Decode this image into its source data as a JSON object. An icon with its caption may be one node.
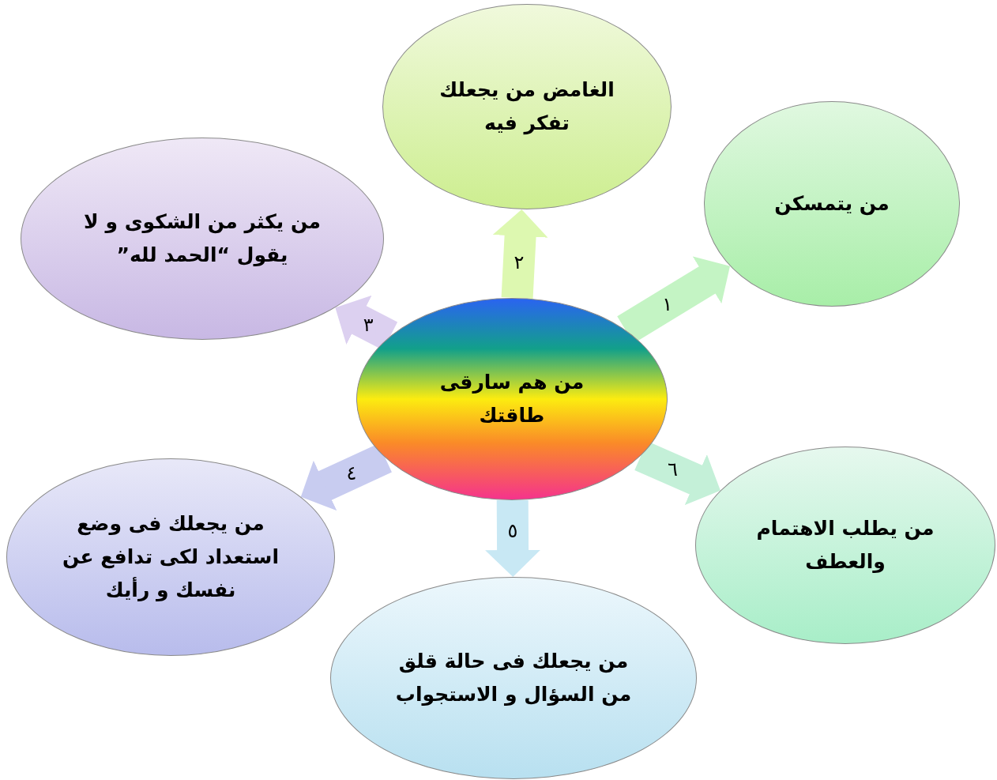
{
  "diagram": {
    "nodes": [
      {
        "text": [
          "من هم سارقى طاقتك"
        ]
      },
      {
        "text": [
          "الغامض من يجعلك تفكر فيه"
        ]
      },
      {
        "text": [
          "من يتمسكن"
        ]
      },
      {
        "text": [
          "من يكثر من الشكوى و لا يقول “الحمد لله”"
        ]
      },
      {
        "text": [
          "من يجعلك فى وضع استعداد لكى تدافع عن نفسك و رأيك"
        ]
      },
      {
        "text": [
          "من يجعلك فى حالة قلق من السؤال و الاستجواب"
        ]
      },
      {
        "text": [
          "من يطلب الاهتمام والعطف"
        ]
      }
    ],
    "edges": [
      {
        "from": 0,
        "to": 1,
        "arrow": "to",
        "label": "٢",
        "color": "#ddf8b0"
      },
      {
        "from": 0,
        "to": 2,
        "arrow": "to",
        "label": "١",
        "color": "#c4f4c4"
      },
      {
        "from": 0,
        "to": 3,
        "arrow": "to",
        "label": "٣",
        "color": "#dcd0f0"
      },
      {
        "from": 0,
        "to": 4,
        "arrow": "to",
        "label": "٤",
        "color": "#c8ccf0"
      },
      {
        "from": 0,
        "to": 5,
        "arrow": "to",
        "label": "٥",
        "color": "#c8e8f4"
      },
      {
        "from": 0,
        "to": 6,
        "arrow": "to",
        "label": "٦",
        "color": "#c4f0d8"
      }
    ]
  }
}
